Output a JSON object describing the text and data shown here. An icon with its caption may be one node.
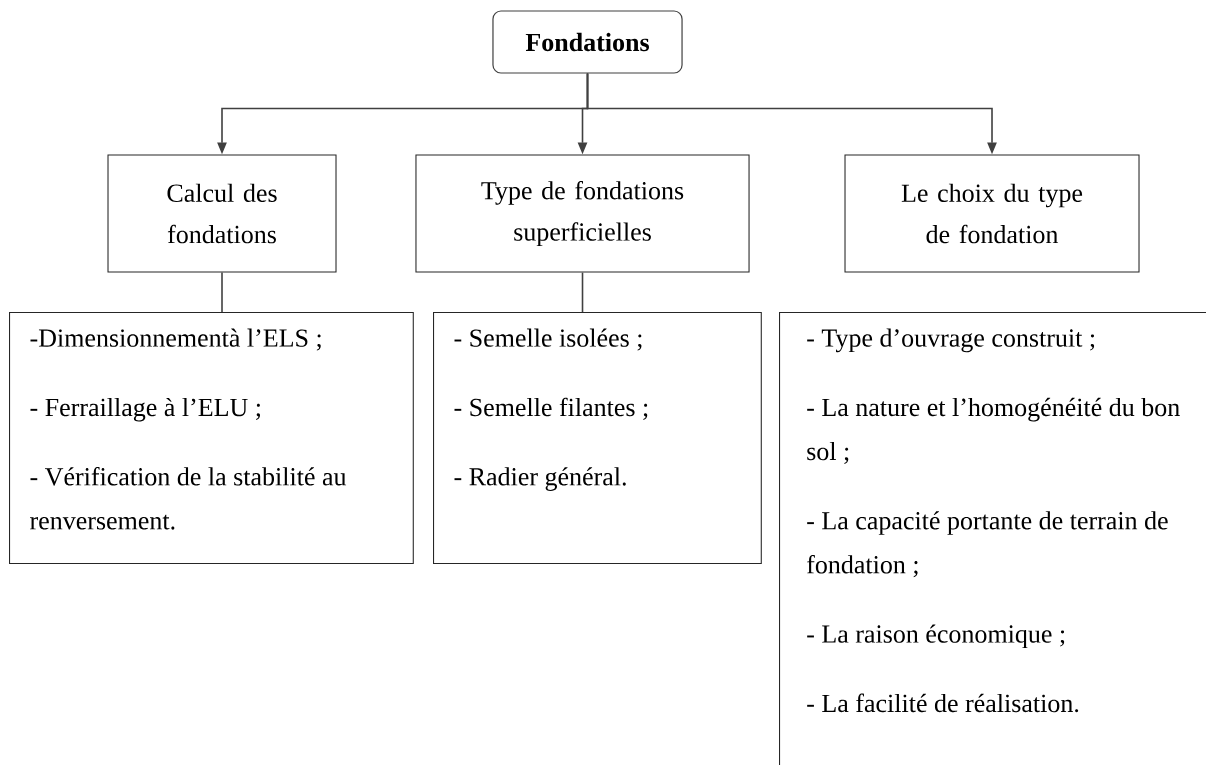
{
  "diagram": {
    "nodes": [
      {
        "text": [
          "Fondations"
        ]
      },
      {
        "text": [
          "Calcul des fondations"
        ]
      },
      {
        "text": [
          "Type de fondations superficielles"
        ]
      },
      {
        "text": [
          "Le choix du type de fondation"
        ]
      },
      {
        "text": [
          "-Dimensionnementà l’ELS ;",
          "- Ferraillage à l’ELU ;",
          "- Vérification de la stabilité au renversement."
        ]
      },
      {
        "text": [
          "- Semelle isolées ;",
          "- Semelle filantes ;",
          "- Radier général."
        ]
      },
      {
        "text": [
          "- Type d’ouvrage construit ;",
          "- La nature et l’homogénéité du bon sol ;",
          "- La capacité portante de terrain de fondation ;",
          "- La raison économique ;",
          "- La facilité de réalisation."
        ]
      }
    ],
    "edges": [
      {
        "from": 0,
        "to": 1,
        "arrow": "to"
      },
      {
        "from": 0,
        "to": 2,
        "arrow": "to"
      },
      {
        "from": 0,
        "to": 3,
        "arrow": "to"
      },
      {
        "from": 1,
        "to": 4,
        "arrow": "none"
      },
      {
        "from": 2,
        "to": 5,
        "arrow": "none"
      }
    ]
  }
}
